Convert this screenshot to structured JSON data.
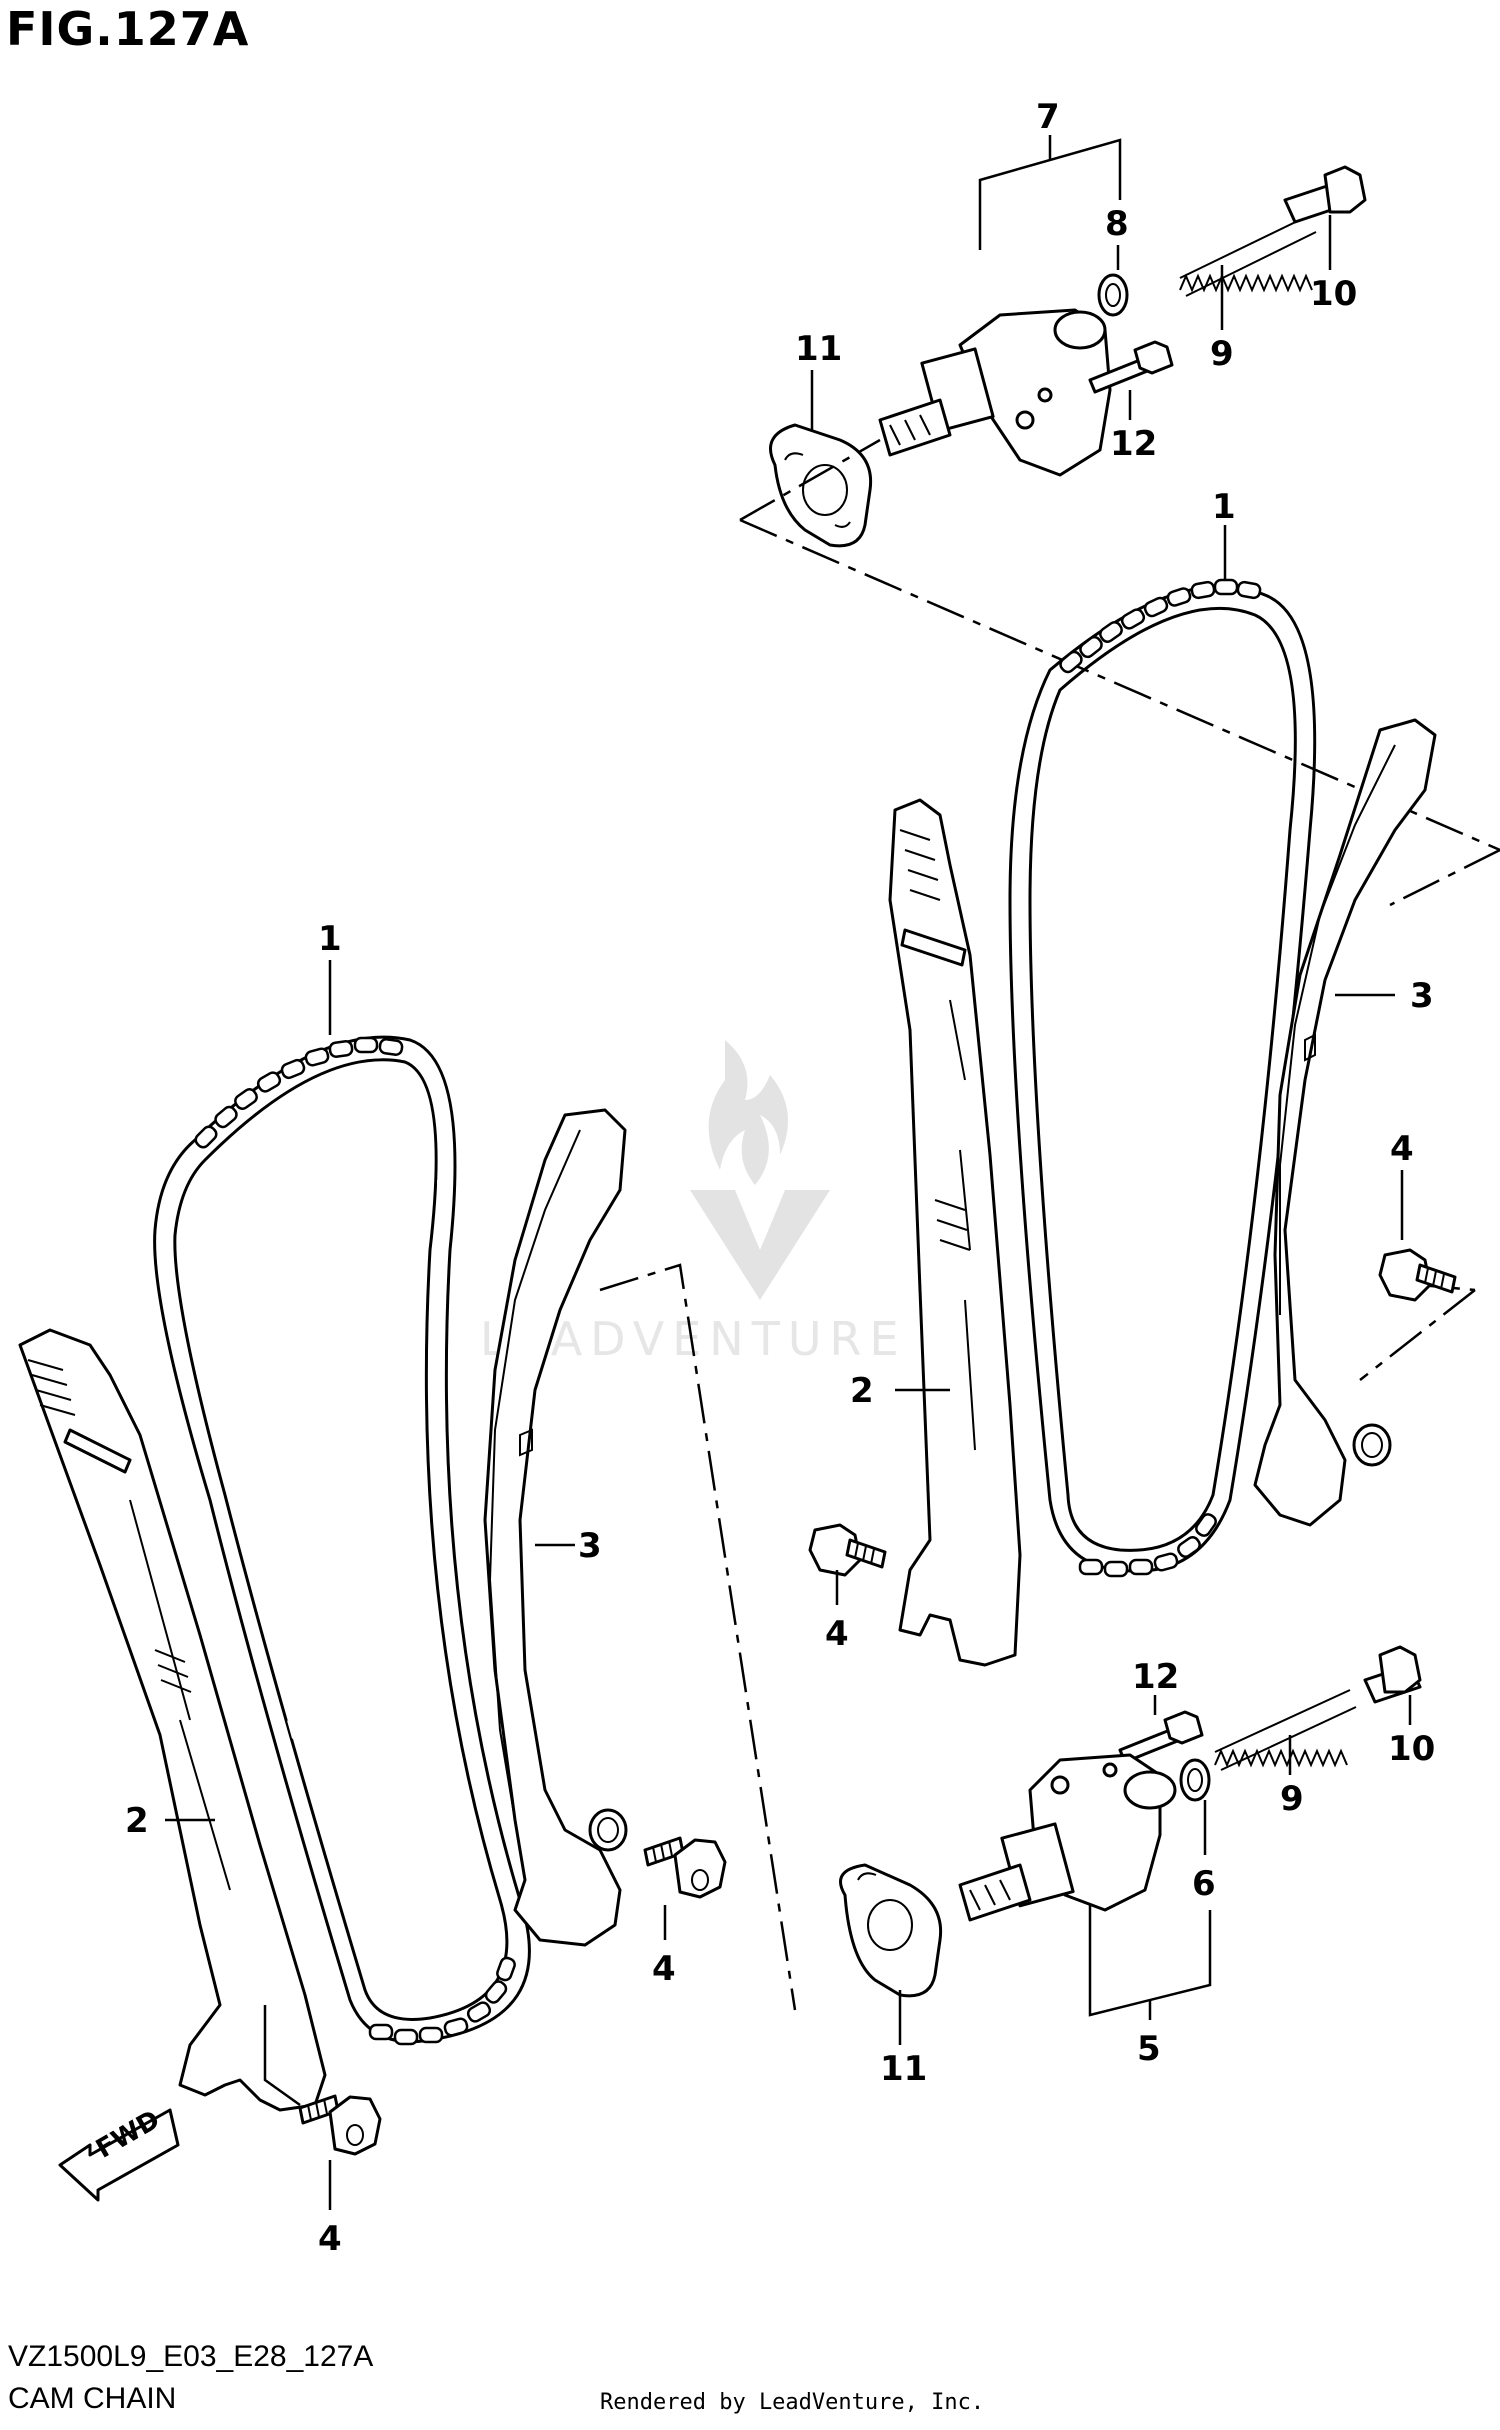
{
  "figure": {
    "title": "FIG.127A",
    "model_code": "VZ1500L9_E03_E28_127A",
    "name": "CAM CHAIN",
    "credit": "Rendered by LeadVenture, Inc.",
    "watermark": "LEADVENTURE"
  },
  "callouts": {
    "upper_group": {
      "c7": "7",
      "c8": "8",
      "c9": "9",
      "c10": "10",
      "c11": "11",
      "c12": "12"
    },
    "right_group": {
      "c1": "1",
      "c2": "2",
      "c3": "3",
      "c4a": "4",
      "c4b": "4"
    },
    "left_group": {
      "c1": "1",
      "c2": "2",
      "c3": "3",
      "c4a": "4",
      "c4b": "4"
    },
    "lower_group": {
      "c12": "12",
      "c10": "10",
      "c9": "9",
      "c6": "6",
      "c5": "5",
      "c11": "11"
    }
  },
  "fwd_label": "FWD"
}
